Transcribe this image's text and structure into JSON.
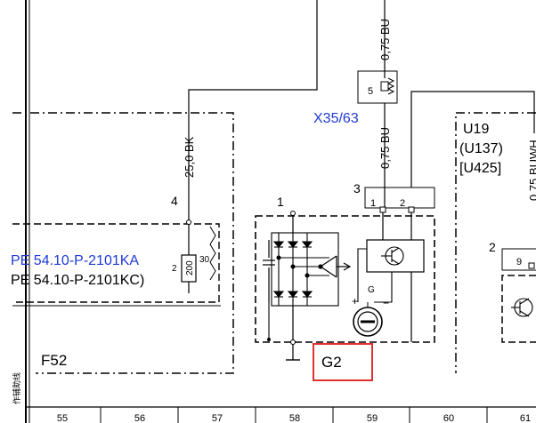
{
  "wires": {
    "top_center": "0,75 BU",
    "mid_center": "0,75 BU",
    "left_feed": "25,0 BK",
    "right_feed": "0,75 BUWH"
  },
  "connectors": {
    "x35_63": "X35/63",
    "pin_5": "5"
  },
  "components": {
    "u19": {
      "line1": "U19",
      "line2": "(U137)",
      "line3": "[U425]"
    },
    "f52": "F52",
    "g2": "G2",
    "g_symbol": "G",
    "resistor_value": "200",
    "resistor_pin_left": "2",
    "resistor_pin_right": "30",
    "plus_sign": "+",
    "minus_sign": "−"
  },
  "pins": {
    "alt_b_plus": "1",
    "pin_4": "4",
    "pin_3": "3",
    "reg_pin_1": "1",
    "reg_pin_2": "2",
    "u19_pin_2": "2",
    "u19_pin_9": "9"
  },
  "references": {
    "ref1": "PE 54.10-P-2101KA",
    "ref2": "PE 54.10-P-2101KC)"
  },
  "side_note": "作辅助线",
  "grid_columns": [
    "55",
    "56",
    "57",
    "58",
    "59",
    "60",
    "61"
  ],
  "colors": {
    "reference_text": "#1f3ad6",
    "connector_text": "#1f3ad6",
    "highlight_box": "#e0312f",
    "line": "#000000"
  }
}
